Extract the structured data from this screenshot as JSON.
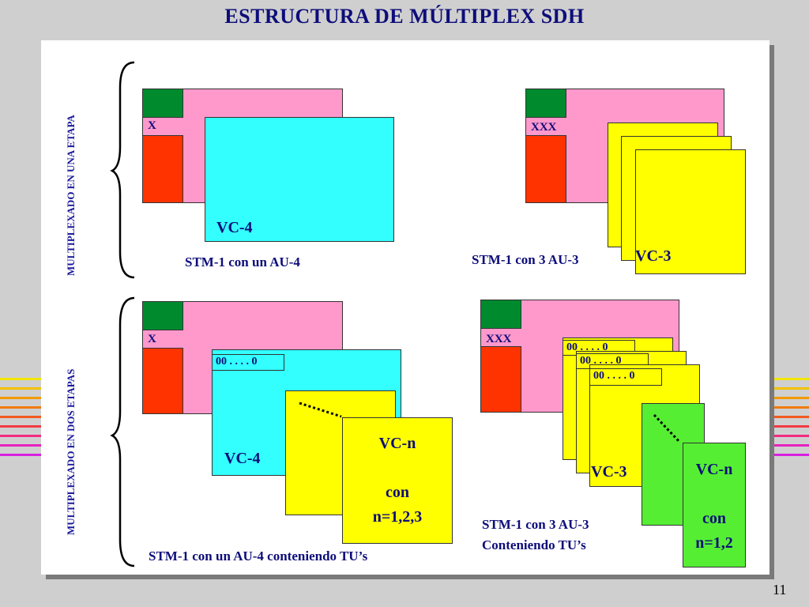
{
  "title": "ESTRUCTURA DE MÚLTIPLEX SDH",
  "page_number": "11",
  "side_labels": {
    "one_stage": "MULTIPLEXADO EN UNA ETAPA",
    "two_stages": "MULTIPLEXADO EN DOS ETAPAS"
  },
  "top_left": {
    "marker": "X",
    "container": "VC-4",
    "caption": "STM-1 con un AU-4"
  },
  "top_right": {
    "marker": "XXX",
    "container": "VC-3",
    "caption": "STM-1 con 3 AU-3"
  },
  "bottom_left": {
    "marker": "X",
    "zeros": "00 . . . . 0",
    "container": "VC-4",
    "vcn_line1": "VC-n",
    "vcn_line2": "con",
    "vcn_line3": "n=1,2,3",
    "caption": "STM-1 con un AU-4 conteniendo TU’s"
  },
  "bottom_right": {
    "marker": "XXX",
    "zeros1": "00 . . . . 0",
    "zeros2": "00 . . . . 0",
    "zeros3": "00 . . . . 0",
    "container": "VC-3",
    "vcn_line1": "VC-n",
    "vcn_line2": "con",
    "vcn_line3": "n=1,2",
    "caption_line1": "STM-1 con 3 AU-3",
    "caption_line2": "Conteniendo TU’s"
  },
  "colors": {
    "text": "#0d0d7a",
    "overhead_green": "#008a2e",
    "pointer_red": "#ff3300",
    "payload_pink": "#ff99cc",
    "vc4_cyan": "#33ffff",
    "vc3_yellow": "#ffff00",
    "vcn_green": "#55ee33"
  }
}
